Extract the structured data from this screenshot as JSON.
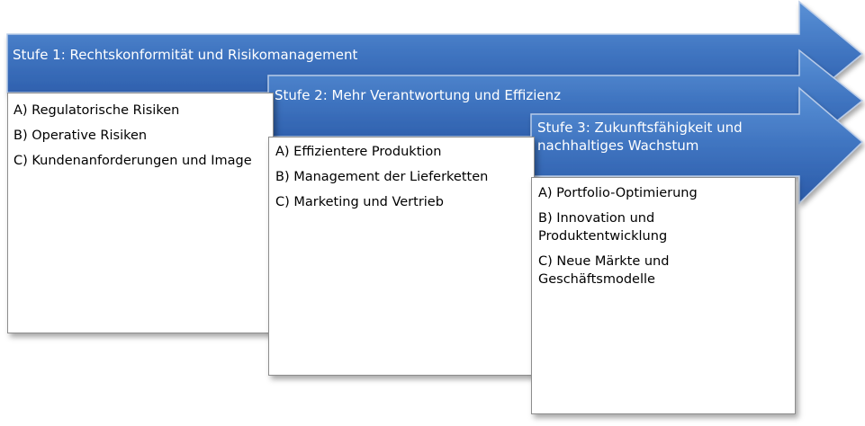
{
  "colors": {
    "arrow_top": "#4f87cf",
    "arrow_bottom": "#2858a6",
    "arrow_edge": "#b8cbe8",
    "box_border": "#8d8d8d"
  },
  "stages": [
    {
      "title": "Stufe 1: Rechtskonformität und Risikomanagement",
      "items": [
        "A) Regulatorische Risiken",
        "B) Operative Risiken",
        "C) Kundenanforderungen und Image"
      ]
    },
    {
      "title": "Stufe 2: Mehr Verantwortung und Effizienz",
      "items": [
        "A) Effizientere Produktion",
        "B) Management der Lieferketten",
        "C) Marketing und Vertrieb"
      ]
    },
    {
      "title": "Stufe 3: Zukunftsfähigkeit und nachhaltiges Wachstum",
      "items": [
        "A) Portfolio-Optimierung",
        "B) Innovation und Produktentwicklung",
        "C) Neue Märkte und Geschäftsmodelle"
      ]
    }
  ]
}
